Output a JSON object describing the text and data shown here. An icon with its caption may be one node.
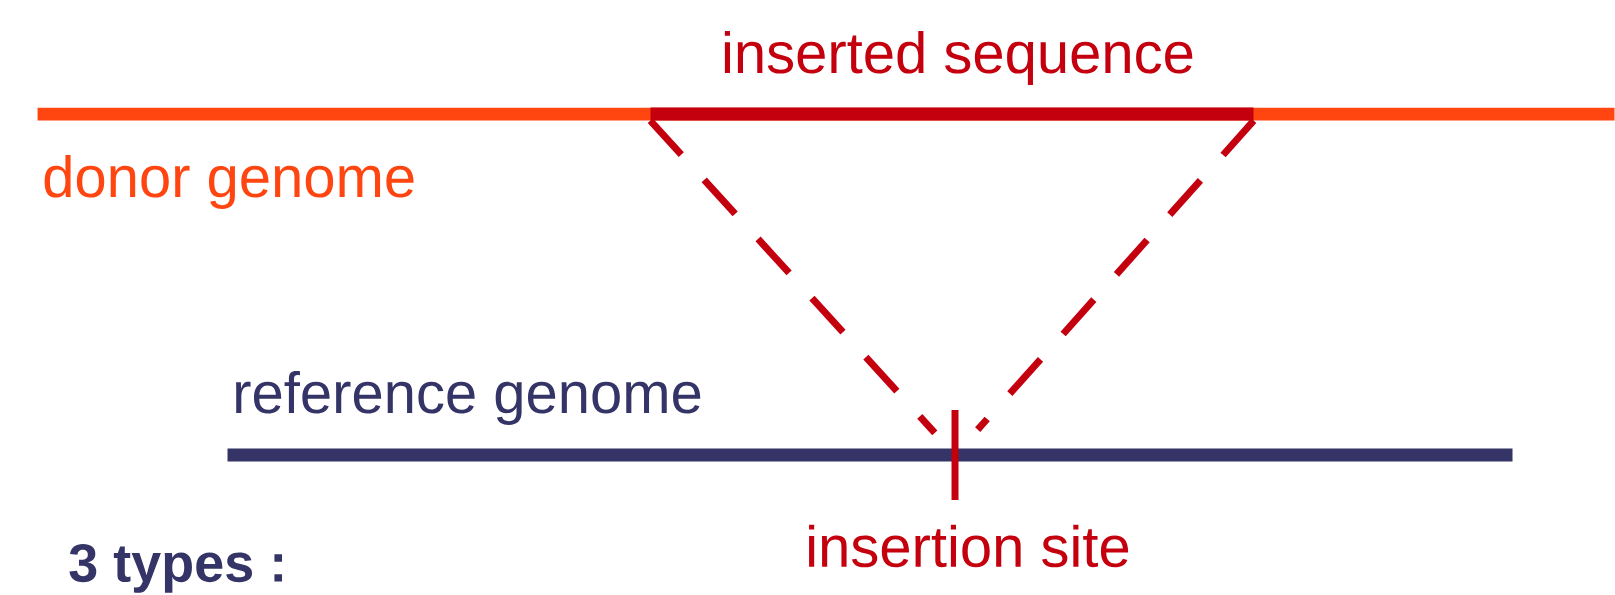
{
  "diagram": {
    "nodes": [
      {
        "text": [
          "donor genome"
        ]
      },
      {
        "text": [
          "inserted sequence"
        ],
        "in": 0
      },
      {
        "text": [
          "reference genome"
        ]
      },
      {
        "text": [
          "insertion site"
        ]
      }
    ],
    "edges": [
      {
        "from": 1,
        "to": 3,
        "arrow": "none",
        "style": "dashed"
      },
      {
        "from": 1,
        "to": 3,
        "arrow": "none",
        "style": "dashed"
      }
    ],
    "labels": [
      "3 types :"
    ]
  }
}
